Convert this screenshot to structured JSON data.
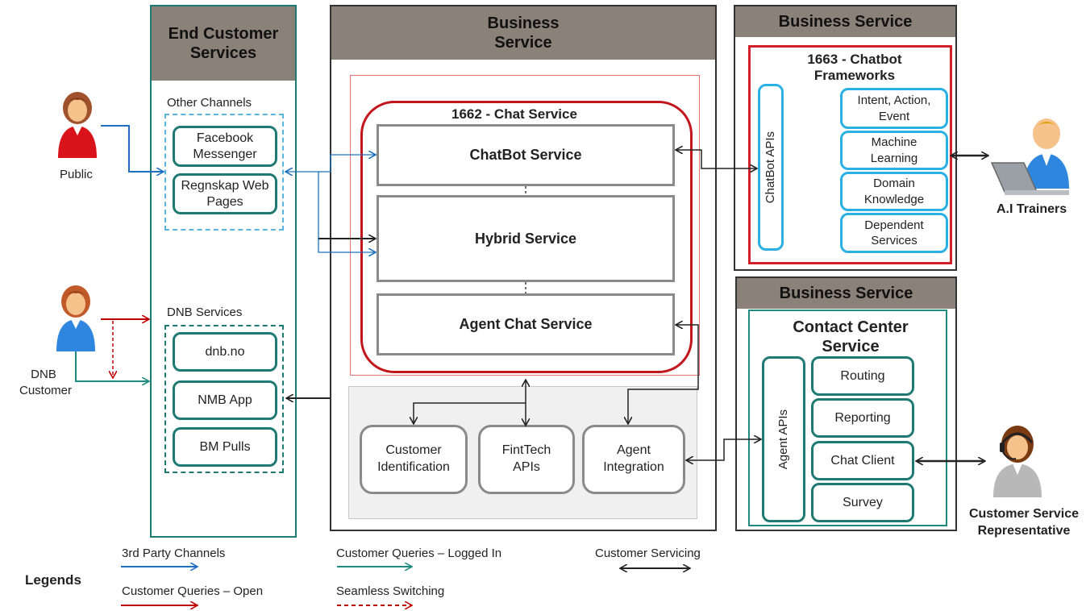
{
  "end_customer": {
    "header": "End Customer Services",
    "other_channels_label": "Other Channels",
    "facebook": "Facebook Messenger",
    "regnskap": "Regnskap Web Pages",
    "dnb_services_label": "DNB Services",
    "dnb_no": "dnb.no",
    "nmb_app": "NMB App",
    "bm_pulls": "BM Pulls"
  },
  "business_center": {
    "header": "Business Service",
    "chat_service_title": "1662 - Chat Service",
    "chatbot_service": "ChatBot Service",
    "hybrid_service": "Hybrid Service",
    "agent_chat_service": "Agent Chat Service",
    "customer_identification": "Customer Identification",
    "fintech_apis": "FintTech APIs",
    "agent_integration": "Agent Integration"
  },
  "business_right_top": {
    "header": "Business Service",
    "frameworks_title": "1663 - Chatbot Frameworks",
    "chatbot_apis": "ChatBot APIs",
    "intent": "Intent, Action, Event",
    "machine_learning": "Machine Learning",
    "domain_knowledge": "Domain Knowledge",
    "dependent_services": "Dependent Services"
  },
  "business_right_bottom": {
    "header": "Business Service",
    "contact_center_title": "Contact Center Service",
    "agent_apis": "Agent APIs",
    "routing": "Routing",
    "reporting": "Reporting",
    "chat_client": "Chat Client",
    "survey": "Survey"
  },
  "actors": {
    "public": "Public",
    "dnb_customer": "DNB Customer",
    "ai_trainers": "A.I Trainers",
    "csr": "Customer Service Representative"
  },
  "legend": {
    "title": "Legends",
    "third_party": "3rd Party Channels",
    "queries_open": "Customer Queries – Open",
    "queries_logged_in": "Customer Queries – Logged In",
    "seamless": "Seamless Switching",
    "servicing": "Customer Servicing"
  },
  "colors": {
    "teal": "#1e7a72",
    "light_blue": "#2bb0e6",
    "red": "#c3161c",
    "header_gray": "#8a8179",
    "arrow_blue": "#1f6fc0",
    "arrow_red": "#c00000",
    "arrow_teal": "#1e8a80"
  }
}
